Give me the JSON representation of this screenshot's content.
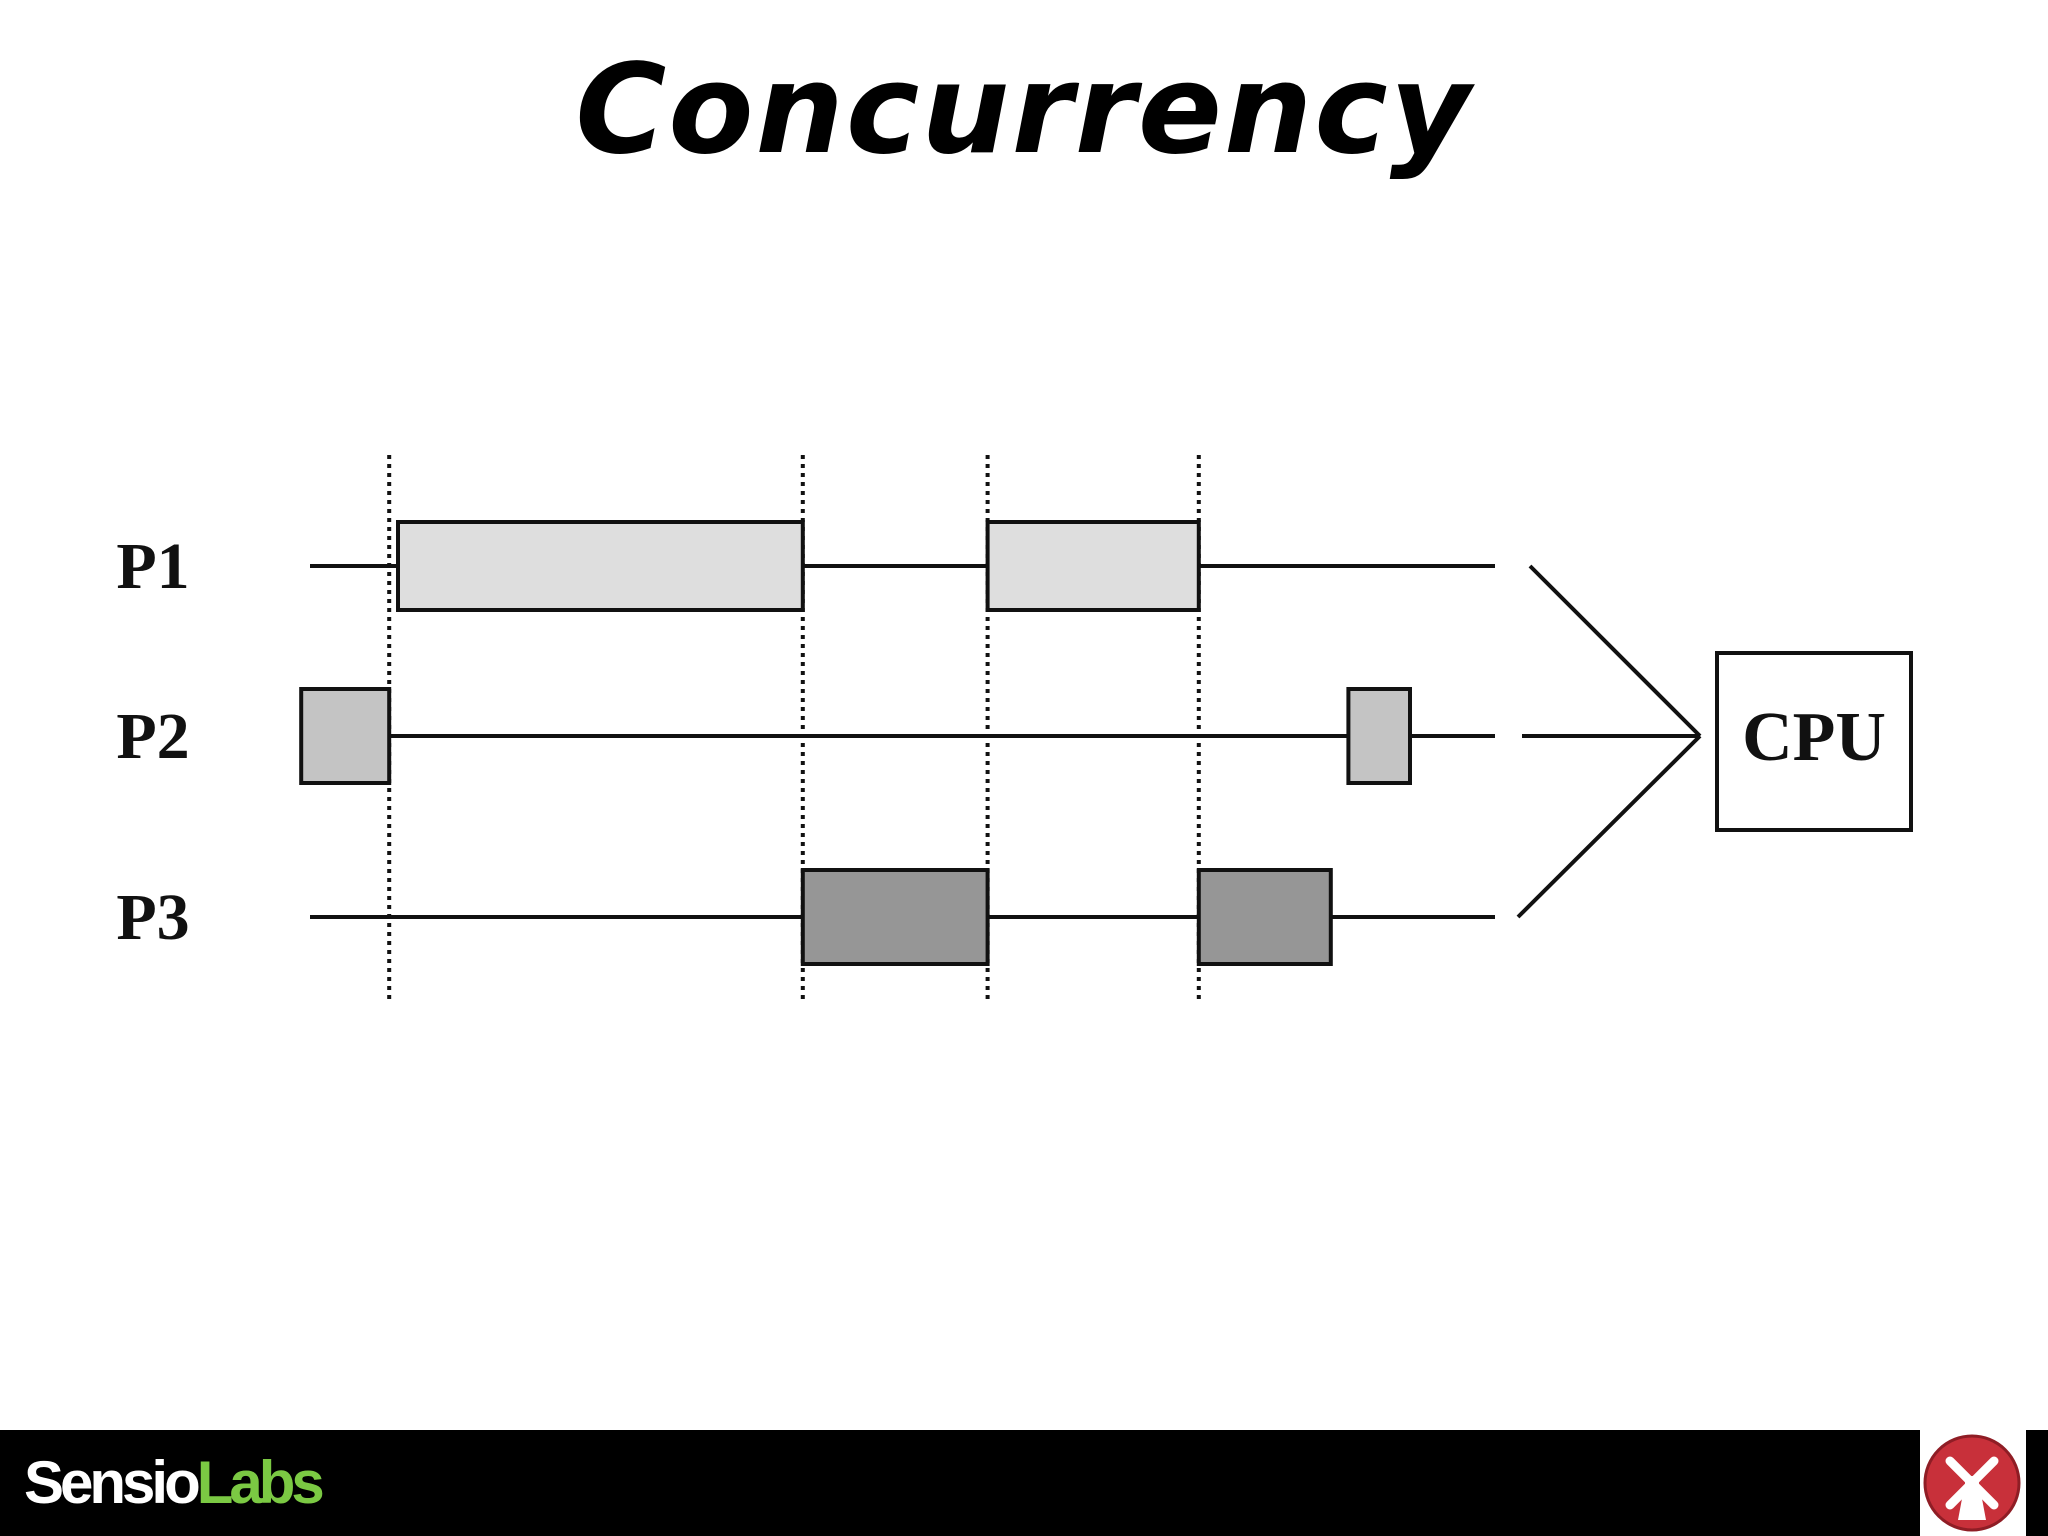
{
  "slide": {
    "title": "Concurrency"
  },
  "diagram": {
    "processes": [
      {
        "label": "P1",
        "segments": [
          {
            "start": 1,
            "end": 5.6,
            "fill": "#dedede"
          },
          {
            "start": 7.7,
            "end": 10.1,
            "fill": "#dedede"
          }
        ]
      },
      {
        "label": "P2",
        "segments": [
          {
            "start": -0.1,
            "end": 0.9,
            "fill": "#c4c4c4"
          },
          {
            "start": 11.8,
            "end": 12.5,
            "fill": "#c4c4c4"
          }
        ]
      },
      {
        "label": "P3",
        "segments": [
          {
            "start": 5.6,
            "end": 7.7,
            "fill": "#969696"
          },
          {
            "start": 10.1,
            "end": 11.6,
            "fill": "#969696"
          }
        ]
      }
    ],
    "switch_points": [
      0.9,
      5.6,
      7.7,
      10.1
    ],
    "cpu_label": "CPU",
    "colors": {
      "line": "#111111",
      "light": "#dedede",
      "medium": "#c4c4c4",
      "dark": "#969696"
    }
  },
  "footer": {
    "brand_part1": "Sensio",
    "brand_part2": "Labs",
    "logo_icon": "windmill-icon",
    "colors": {
      "background": "#000000",
      "brand_green": "#7bc943",
      "logo_red": "#c8303a"
    }
  }
}
